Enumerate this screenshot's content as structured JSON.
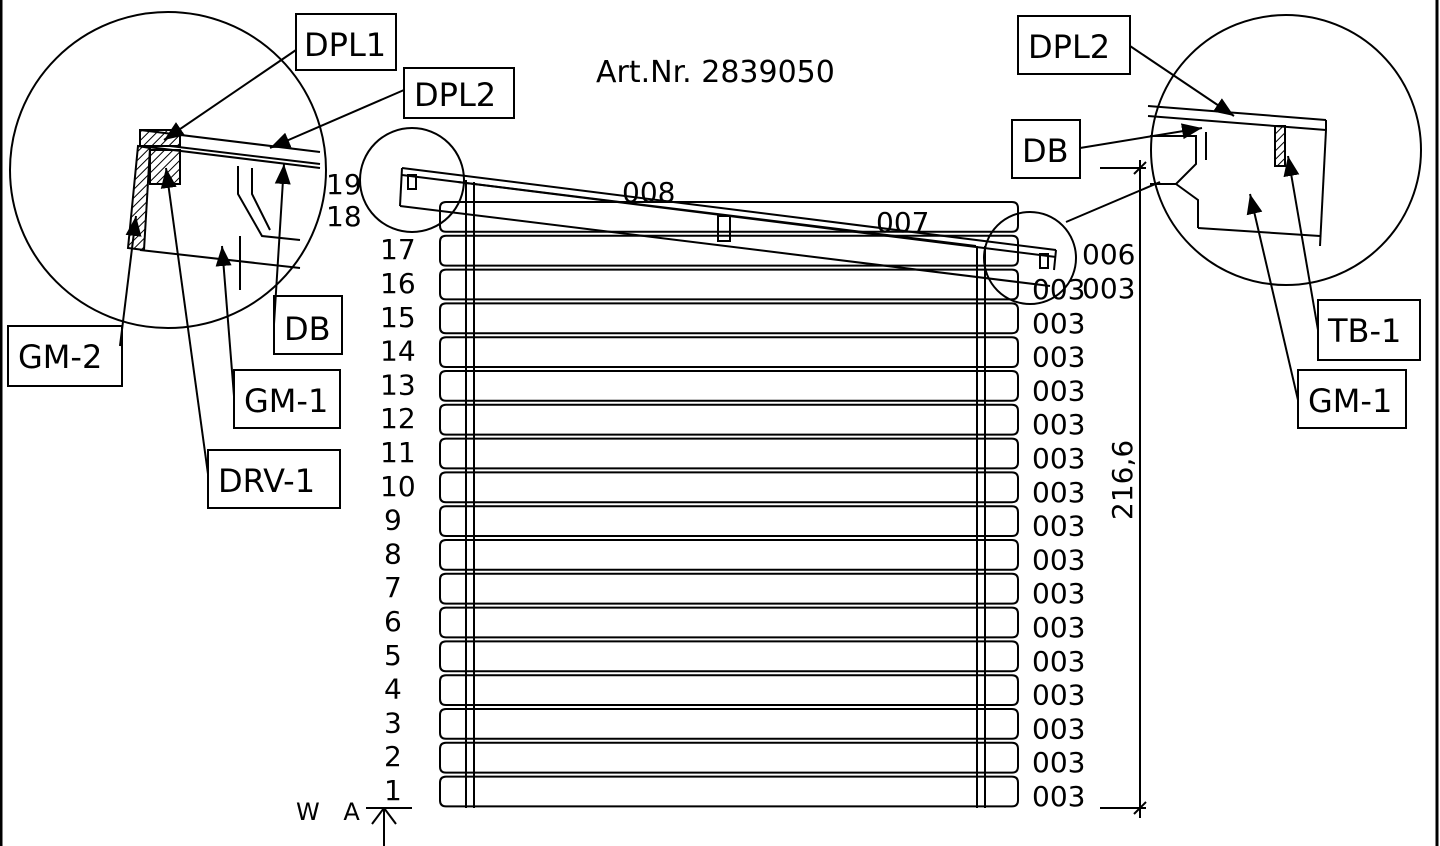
{
  "article_number": "Art.Nr. 2839050",
  "course_numbers": [
    "1",
    "2",
    "3",
    "4",
    "5",
    "6",
    "7",
    "8",
    "9",
    "10",
    "11",
    "12",
    "13",
    "14",
    "15",
    "16",
    "17",
    "18",
    "19"
  ],
  "right_codes": [
    "003",
    "003",
    "003",
    "003",
    "003",
    "003",
    "003",
    "003",
    "003",
    "003",
    "003",
    "003",
    "003",
    "003",
    "003",
    "003"
  ],
  "top_codes": {
    "006": "006",
    "003": "003",
    "007": "007",
    "008": "008"
  },
  "dimension": "216,6",
  "wa": "W A",
  "left_detail_labels": {
    "dpl1": "DPL1",
    "dpl2": "DPL2",
    "db": "DB",
    "gm2": "GM-2",
    "gm1": "GM-1",
    "drv1": "DRV-1"
  },
  "right_detail_labels": {
    "dpl2": "DPL2",
    "db": "DB",
    "tb1": "TB-1",
    "gm1": "GM-1"
  }
}
